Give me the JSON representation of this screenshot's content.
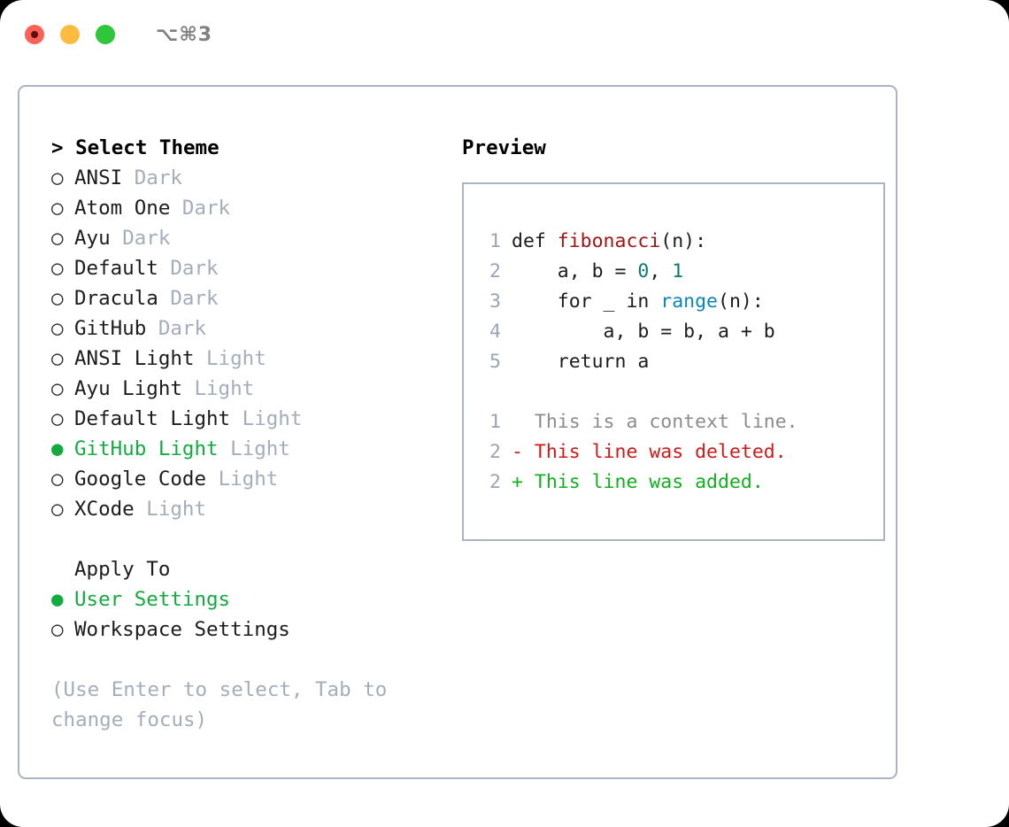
{
  "titlebar": {
    "shortcut": "⌥⌘3",
    "lights": [
      "close",
      "minimize",
      "maximize"
    ]
  },
  "left": {
    "heading": "> Select Theme",
    "themes": [
      {
        "bullet": "○",
        "name": "ANSI",
        "suffix": "Dark",
        "selected": false
      },
      {
        "bullet": "○",
        "name": "Atom One",
        "suffix": "Dark",
        "selected": false
      },
      {
        "bullet": "○",
        "name": "Ayu",
        "suffix": "Dark",
        "selected": false
      },
      {
        "bullet": "○",
        "name": "Default",
        "suffix": "Dark",
        "selected": false
      },
      {
        "bullet": "○",
        "name": "Dracula",
        "suffix": "Dark",
        "selected": false
      },
      {
        "bullet": "○",
        "name": "GitHub",
        "suffix": "Dark",
        "selected": false
      },
      {
        "bullet": "○",
        "name": "ANSI Light",
        "suffix": "Light",
        "selected": false
      },
      {
        "bullet": "○",
        "name": "Ayu Light",
        "suffix": "Light",
        "selected": false
      },
      {
        "bullet": "○",
        "name": "Default Light",
        "suffix": "Light",
        "selected": false
      },
      {
        "bullet": "●",
        "name": "GitHub Light",
        "suffix": "Light",
        "selected": true
      },
      {
        "bullet": "○",
        "name": "Google Code",
        "suffix": "Light",
        "selected": false
      },
      {
        "bullet": "○",
        "name": "XCode",
        "suffix": "Light",
        "selected": false
      }
    ],
    "apply_to": {
      "heading": "Apply To",
      "options": [
        {
          "bullet": "●",
          "label": "User Settings",
          "selected": true
        },
        {
          "bullet": "○",
          "label": "Workspace Settings",
          "selected": false
        }
      ]
    },
    "hint": "(Use Enter to select, Tab to change focus)"
  },
  "right": {
    "heading": "Preview",
    "code_lines": [
      {
        "num": "1",
        "segments": [
          {
            "text": "def ",
            "kind": "plain"
          },
          {
            "text": "fibonacci",
            "kind": "fn"
          },
          {
            "text": "(n):",
            "kind": "plain"
          }
        ]
      },
      {
        "num": "2",
        "segments": [
          {
            "text": "    a, b = ",
            "kind": "plain"
          },
          {
            "text": "0",
            "kind": "num"
          },
          {
            "text": ", ",
            "kind": "plain"
          },
          {
            "text": "1",
            "kind": "num"
          }
        ]
      },
      {
        "num": "3",
        "segments": [
          {
            "text": "    for _ in ",
            "kind": "plain"
          },
          {
            "text": "range",
            "kind": "builtin"
          },
          {
            "text": "(n):",
            "kind": "plain"
          }
        ]
      },
      {
        "num": "4",
        "segments": [
          {
            "text": "        a, b = b, a + b",
            "kind": "plain"
          }
        ]
      },
      {
        "num": "5",
        "segments": [
          {
            "text": "    return a",
            "kind": "plain"
          }
        ]
      }
    ],
    "diff_lines": [
      {
        "num": "1",
        "marker": "  ",
        "text": "This is a context line.",
        "kind": "context"
      },
      {
        "num": "2",
        "marker": "- ",
        "text": "This line was deleted.",
        "kind": "del"
      },
      {
        "num": "2",
        "marker": "+ ",
        "text": "This line was added.",
        "kind": "add"
      }
    ]
  },
  "colors": {
    "accent_green": "#12ab3f",
    "border": "#aab3c0",
    "muted": "#a3adbb",
    "fn_red": "#a31515",
    "num_teal": "#0b7a6e",
    "builtin_blue": "#0a86b8",
    "diff_del_red": "#d01919",
    "diff_add_green": "#10b020",
    "diff_context_gray": "#8c8c8c"
  }
}
